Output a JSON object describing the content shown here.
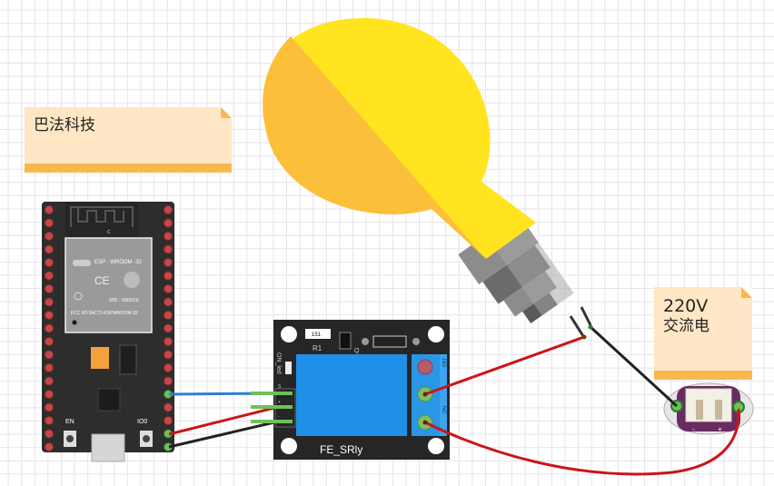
{
  "notes": [
    {
      "lines": [
        "巴法科技"
      ]
    },
    {
      "lines": [
        "220V",
        "交流电"
      ]
    }
  ],
  "esp32": {
    "module_name": "ESP - WROOM -32",
    "cert_code": "205 - 000519",
    "fcc_id": "FCC 9D:2AC72-ESPWROOM 32",
    "antenna_mark": "C",
    "button_en": "EN",
    "button_io0": "IO0"
  },
  "relay": {
    "name": "FE_SRly",
    "resistor_label": "R1",
    "resistor_value": "151",
    "transistor_label": "Q",
    "led_label": "ON_led",
    "terminal_labels": [
      "NO",
      "NC"
    ],
    "header_labels": [
      "S",
      "+",
      "-"
    ]
  },
  "power_connector": {
    "pin_labels": [
      "-",
      "+"
    ]
  },
  "colors": {
    "wire_signal": "#2f7fd0",
    "wire_power": "#cc1515",
    "wire_ground": "#222222",
    "bulb": "#ffe41f",
    "bulb_shade": "#fbbf3a"
  }
}
